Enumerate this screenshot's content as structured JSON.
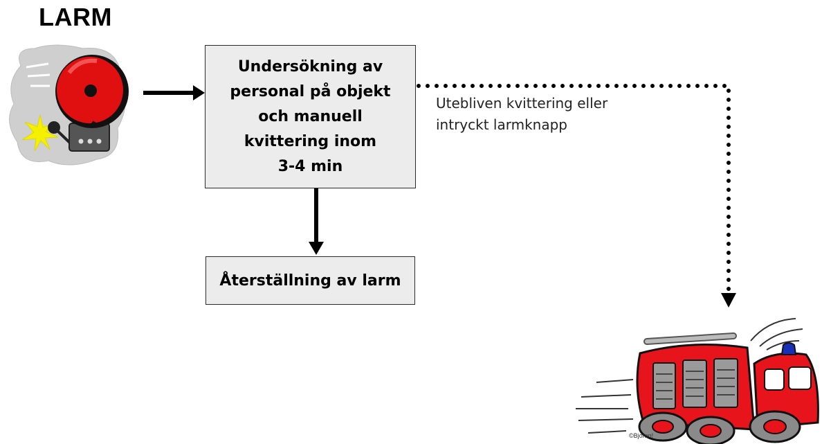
{
  "title": "LARM",
  "box_main": {
    "lines": [
      "Undersökning av",
      "personal på objekt",
      "och manuell",
      "kvittering inom",
      "3-4 min"
    ]
  },
  "box_reset": {
    "label": "Återställning av larm"
  },
  "note": {
    "lines": [
      "Utebliven kvittering eller",
      "intryckt larmknapp"
    ]
  },
  "truck_logo_text": "©Bjornn!",
  "colors": {
    "box_fill": "#ececec",
    "bell_red": "#e01010",
    "truck_red": "#e8141c",
    "siren_blue": "#1a2fb8",
    "spark_yellow": "#f5f000"
  },
  "icons": [
    "alarm-bell-icon",
    "fire-truck-icon"
  ]
}
